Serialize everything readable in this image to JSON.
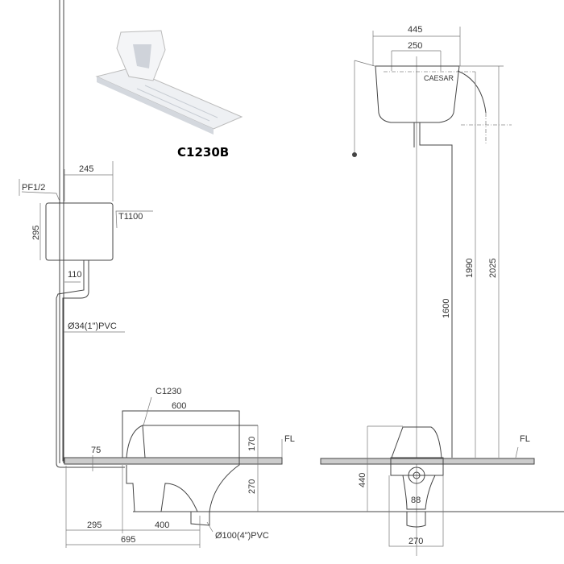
{
  "product": {
    "model": "C1230B"
  },
  "side_view": {
    "tank_label": "T1100",
    "inlet_label": "PF1/2",
    "tank_width": "245",
    "tank_height": "295",
    "outlet_offset": "110",
    "flush_pipe": "Ø34(1\")PVC",
    "pan_label": "C1230",
    "pan_length": "600",
    "pan_height_above_floor": "170",
    "pan_depth_below_floor": "270",
    "pipe_offset": "75",
    "floor_label": "FL",
    "wall_to_pan": "295",
    "pan_to_drain": "400",
    "wall_to_drain": "695",
    "drain_pipe": "Ø100(4\")PVC"
  },
  "front_view": {
    "tank_width": "445",
    "tank_inner_width": "250",
    "brand": "CAESAR",
    "height_pipe": "1600",
    "height_tank_mid": "1990",
    "height_tank_top": "2025",
    "floor_label": "FL",
    "pan_depth": "440",
    "drain_diameter": "88",
    "pan_width": "270"
  }
}
